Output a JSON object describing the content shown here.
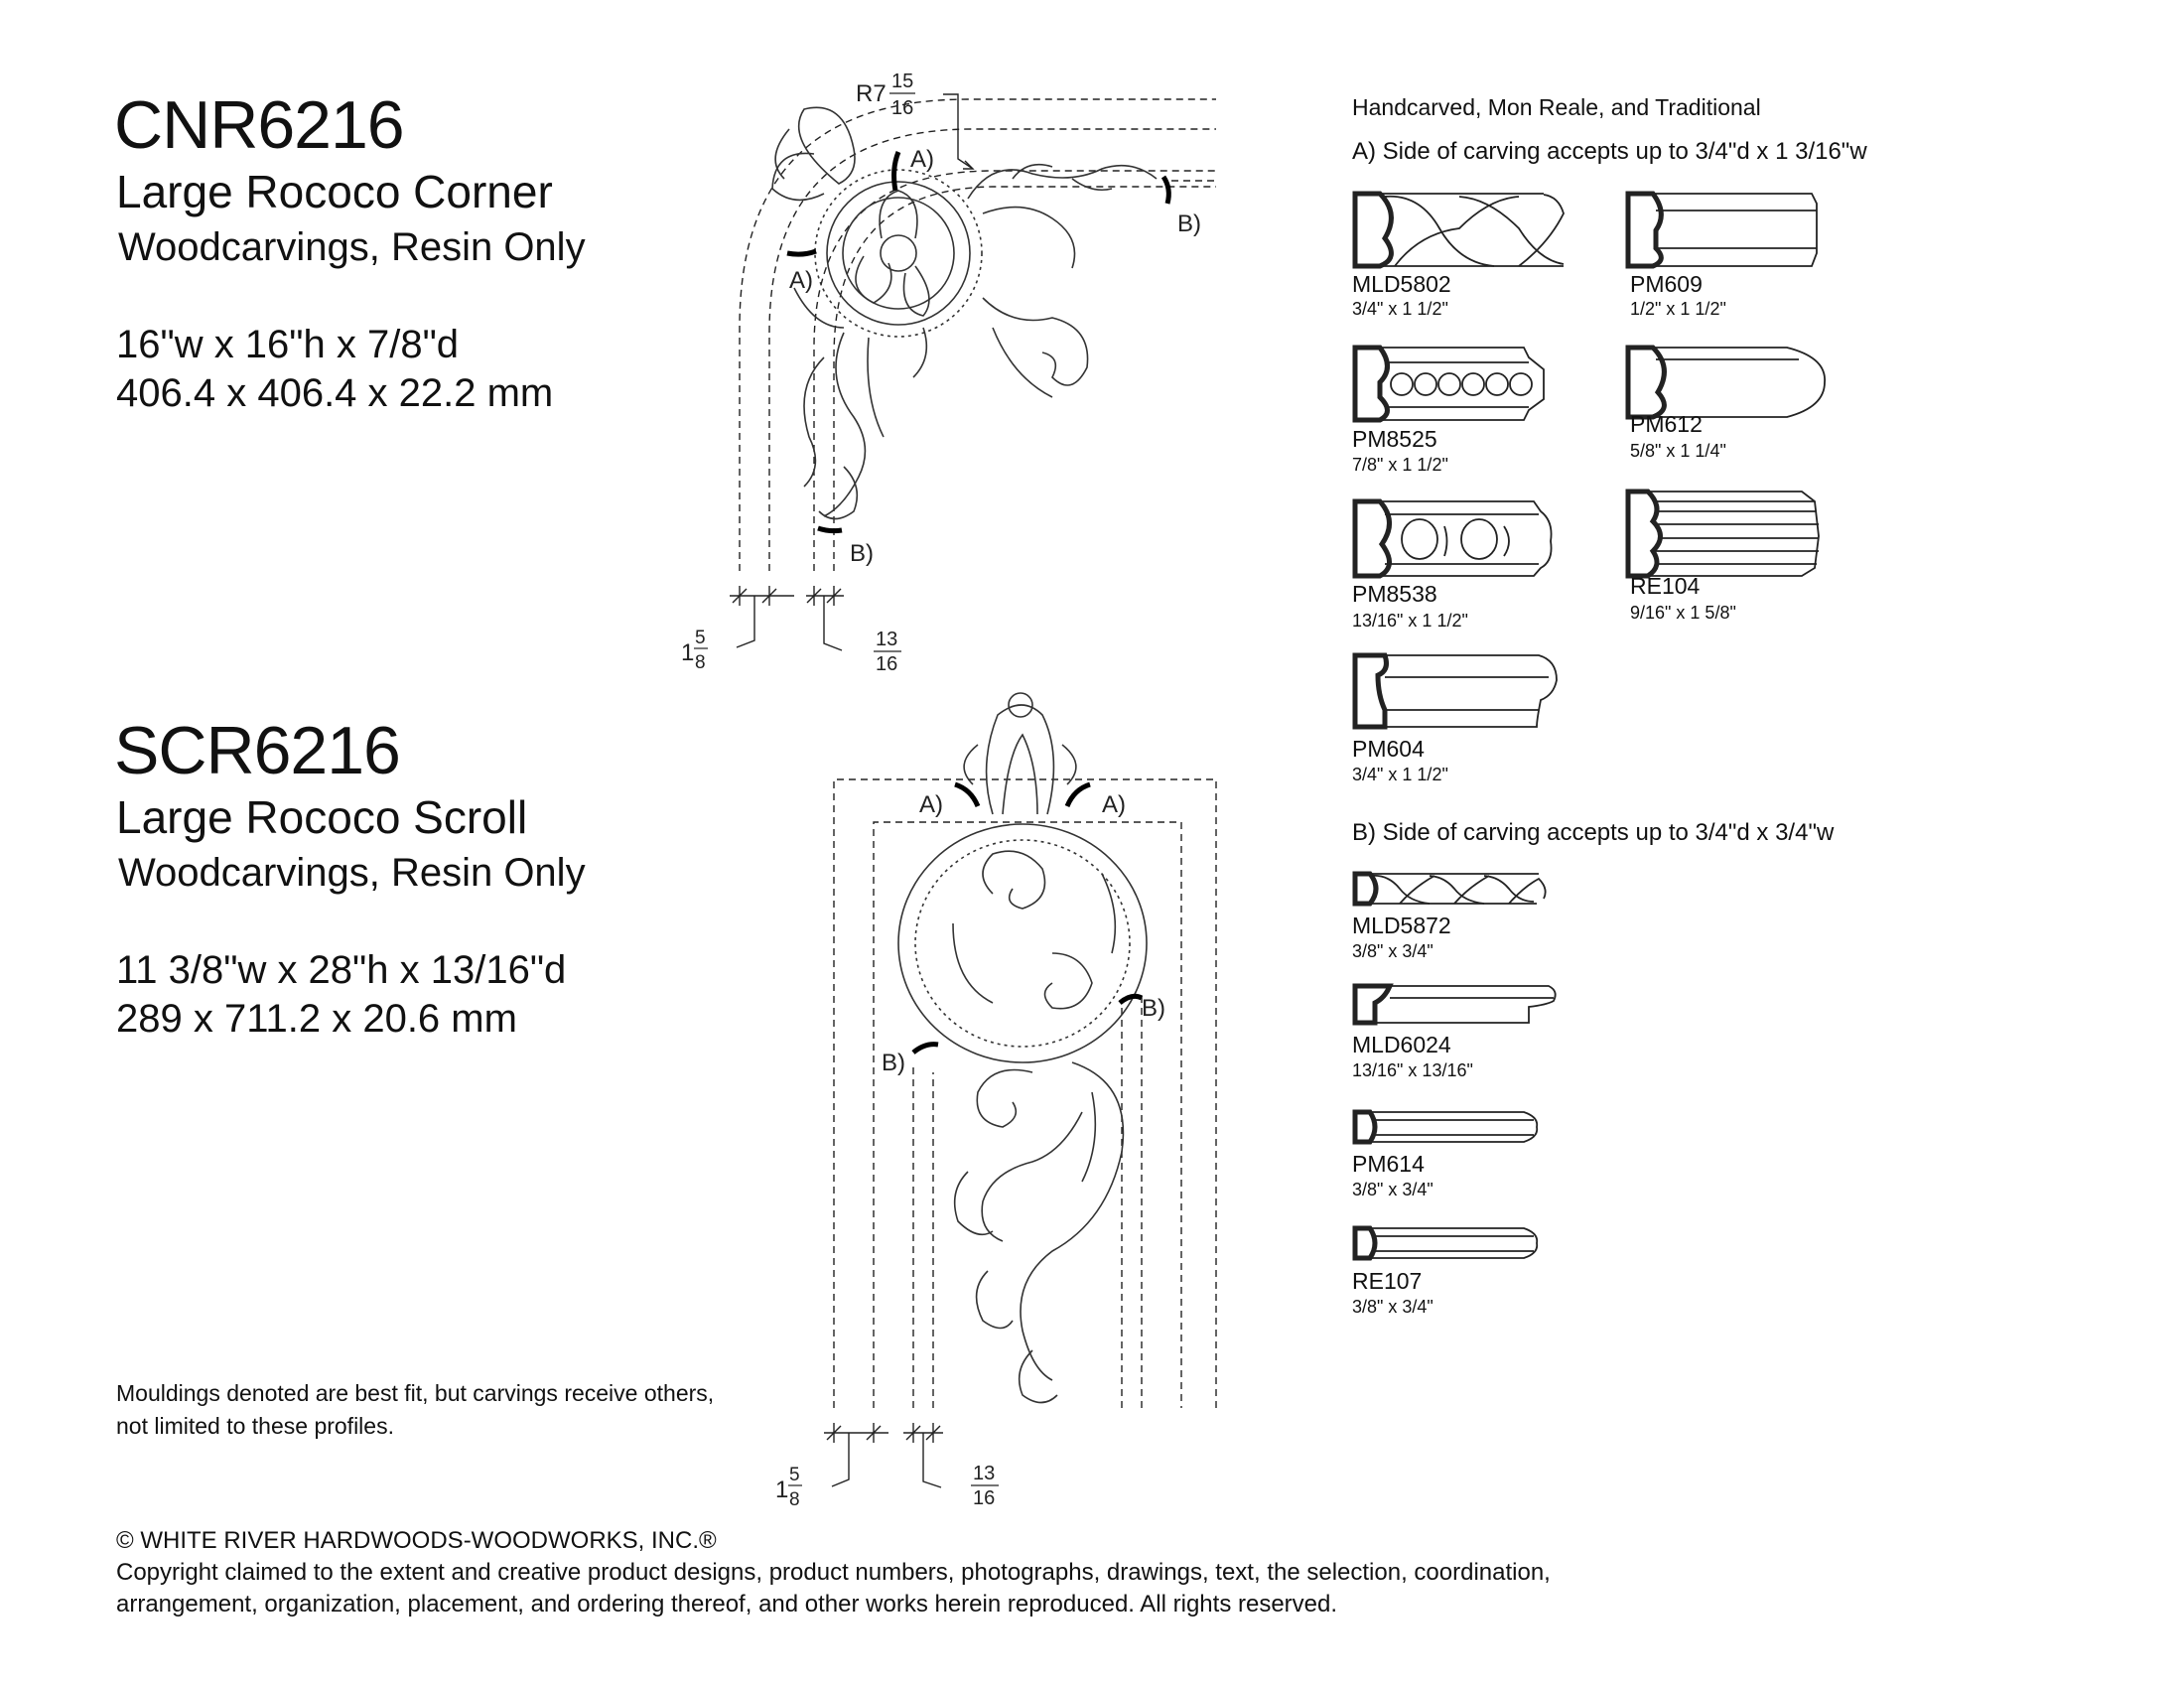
{
  "products": [
    {
      "code": "CNR6216",
      "name": "Large Rococo Corner",
      "material": "Woodcarvings, Resin Only",
      "dims_in": "16\"w x 16\"h x 7/8\"d",
      "dims_mm": "406.4 x 406.4 x 22.2 mm"
    },
    {
      "code": "SCR6216",
      "name": "Large Rococo Scroll",
      "material": "Woodcarvings, Resin Only",
      "dims_in": "11 3/8\"w x 28\"h x 13/16\"d",
      "dims_mm": "289 x 711.2 x 20.6 mm"
    }
  ],
  "drawing_labels": {
    "radius_prefix": "R7",
    "radius_num": "15",
    "radius_den": "16",
    "label_a": "A)",
    "label_b": "B)",
    "left_whole": "1",
    "left_num": "5",
    "left_den": "8",
    "right_num": "13",
    "right_den": "16"
  },
  "mouldings": {
    "header": "Handcarved, Mon Reale, and Traditional",
    "section_a": "A) Side of carving accepts up to 3/4\"d x 1 3/16\"w",
    "section_b": "B) Side of carving accepts up to 3/4\"d x 3/4\"w",
    "a_items": [
      {
        "name": "MLD5802",
        "size": "3/4\" x 1 1/2\""
      },
      {
        "name": "PM609",
        "size": "1/2\" x 1 1/2\""
      },
      {
        "name": "PM8525",
        "size": "7/8\" x 1 1/2\""
      },
      {
        "name": "PM612",
        "size": "5/8\" x 1 1/4\""
      },
      {
        "name": "PM8538",
        "size": "13/16\" x 1 1/2\""
      },
      {
        "name": "RE104",
        "size": "9/16\" x 1 5/8\""
      },
      {
        "name": "PM604",
        "size": "3/4\" x 1 1/2\""
      }
    ],
    "b_items": [
      {
        "name": "MLD5872",
        "size": "3/8\" x 3/4\""
      },
      {
        "name": "MLD6024",
        "size": "13/16\" x 13/16\""
      },
      {
        "name": "PM614",
        "size": "3/8\" x 3/4\""
      },
      {
        "name": "RE107",
        "size": "3/8\" x 3/4\""
      }
    ]
  },
  "note": "Mouldings denoted are best fit, but carvings receive others, not limited to these profiles.",
  "copyright": {
    "line1": "© WHITE RIVER HARDWOODS-WOODWORKS, INC.®",
    "line2": "Copyright claimed to the extent and creative product designs, product numbers, photographs, drawings, text, the selection, coordination,",
    "line3": "arrangement, organization, placement, and ordering thereof, and other works herein reproduced. All rights reserved."
  }
}
